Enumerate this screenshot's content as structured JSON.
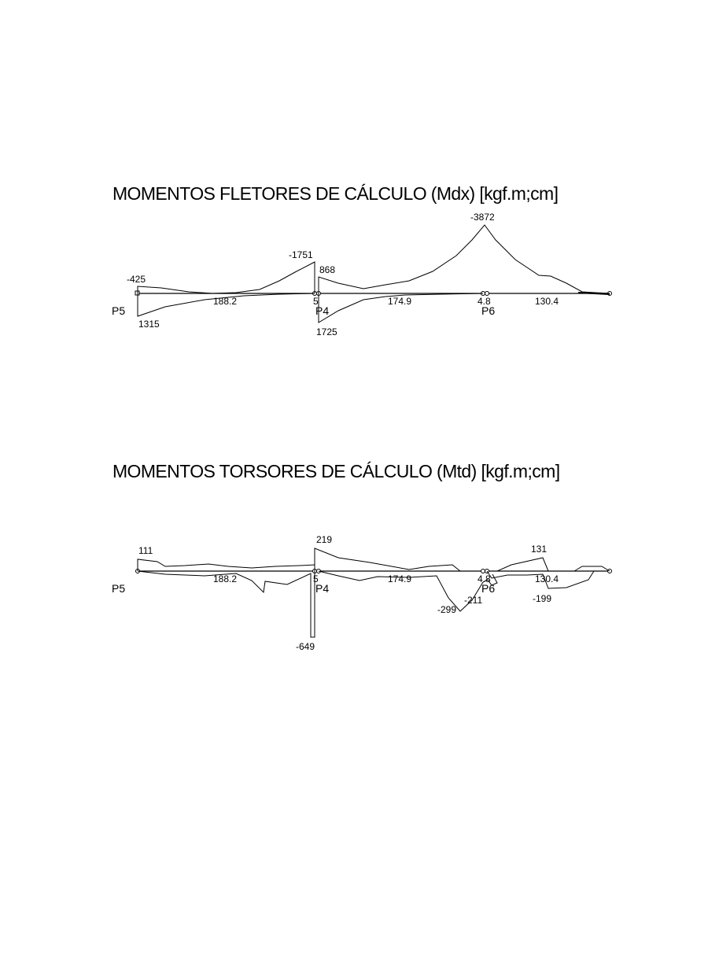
{
  "diagrams": [
    {
      "title": "MOMENTOS FLETORES DE CÁLCULO (Mdx) [kgf.m;cm]",
      "supports": [
        "P5",
        "P4",
        "P6"
      ],
      "span_labels": [
        "188.2",
        "5",
        "174.9",
        "4.8",
        "130.4"
      ],
      "value_labels": [
        "-425",
        "1315",
        "-1751",
        "868",
        "1725",
        "-3872"
      ]
    },
    {
      "title": "MOMENTOS TORSORES DE CÁLCULO (Mtd) [kgf.m;cm]",
      "supports": [
        "P5",
        "P4",
        "P6"
      ],
      "span_labels": [
        "188.2",
        "5",
        "174.9",
        "4.8",
        "130.4"
      ],
      "value_labels": [
        "111",
        "219",
        "-649",
        "-299",
        "-211",
        "131",
        "-199"
      ]
    }
  ]
}
